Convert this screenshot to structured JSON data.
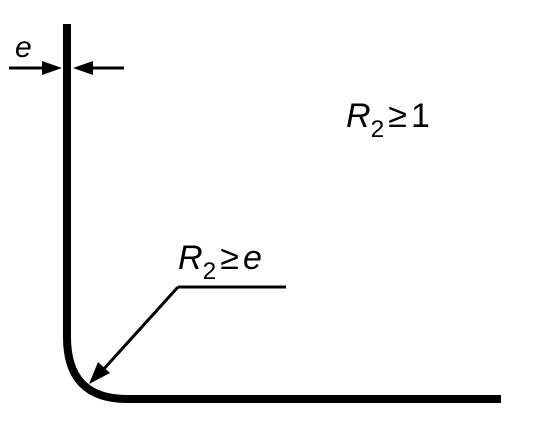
{
  "labels": {
    "thickness": "e",
    "outer_radius": {
      "symbol": "R",
      "subscript": "2",
      "relation": "≥",
      "value": "1"
    },
    "inner_radius": {
      "symbol": "R",
      "subscript": "2",
      "relation": "≥",
      "value": "e"
    }
  },
  "colors": {
    "stroke": "#000000",
    "background": "#ffffff"
  },
  "icons": {
    "dimension_arrows": "thickness-arrows-icon",
    "leader_arrow": "leader-arrow-icon"
  }
}
